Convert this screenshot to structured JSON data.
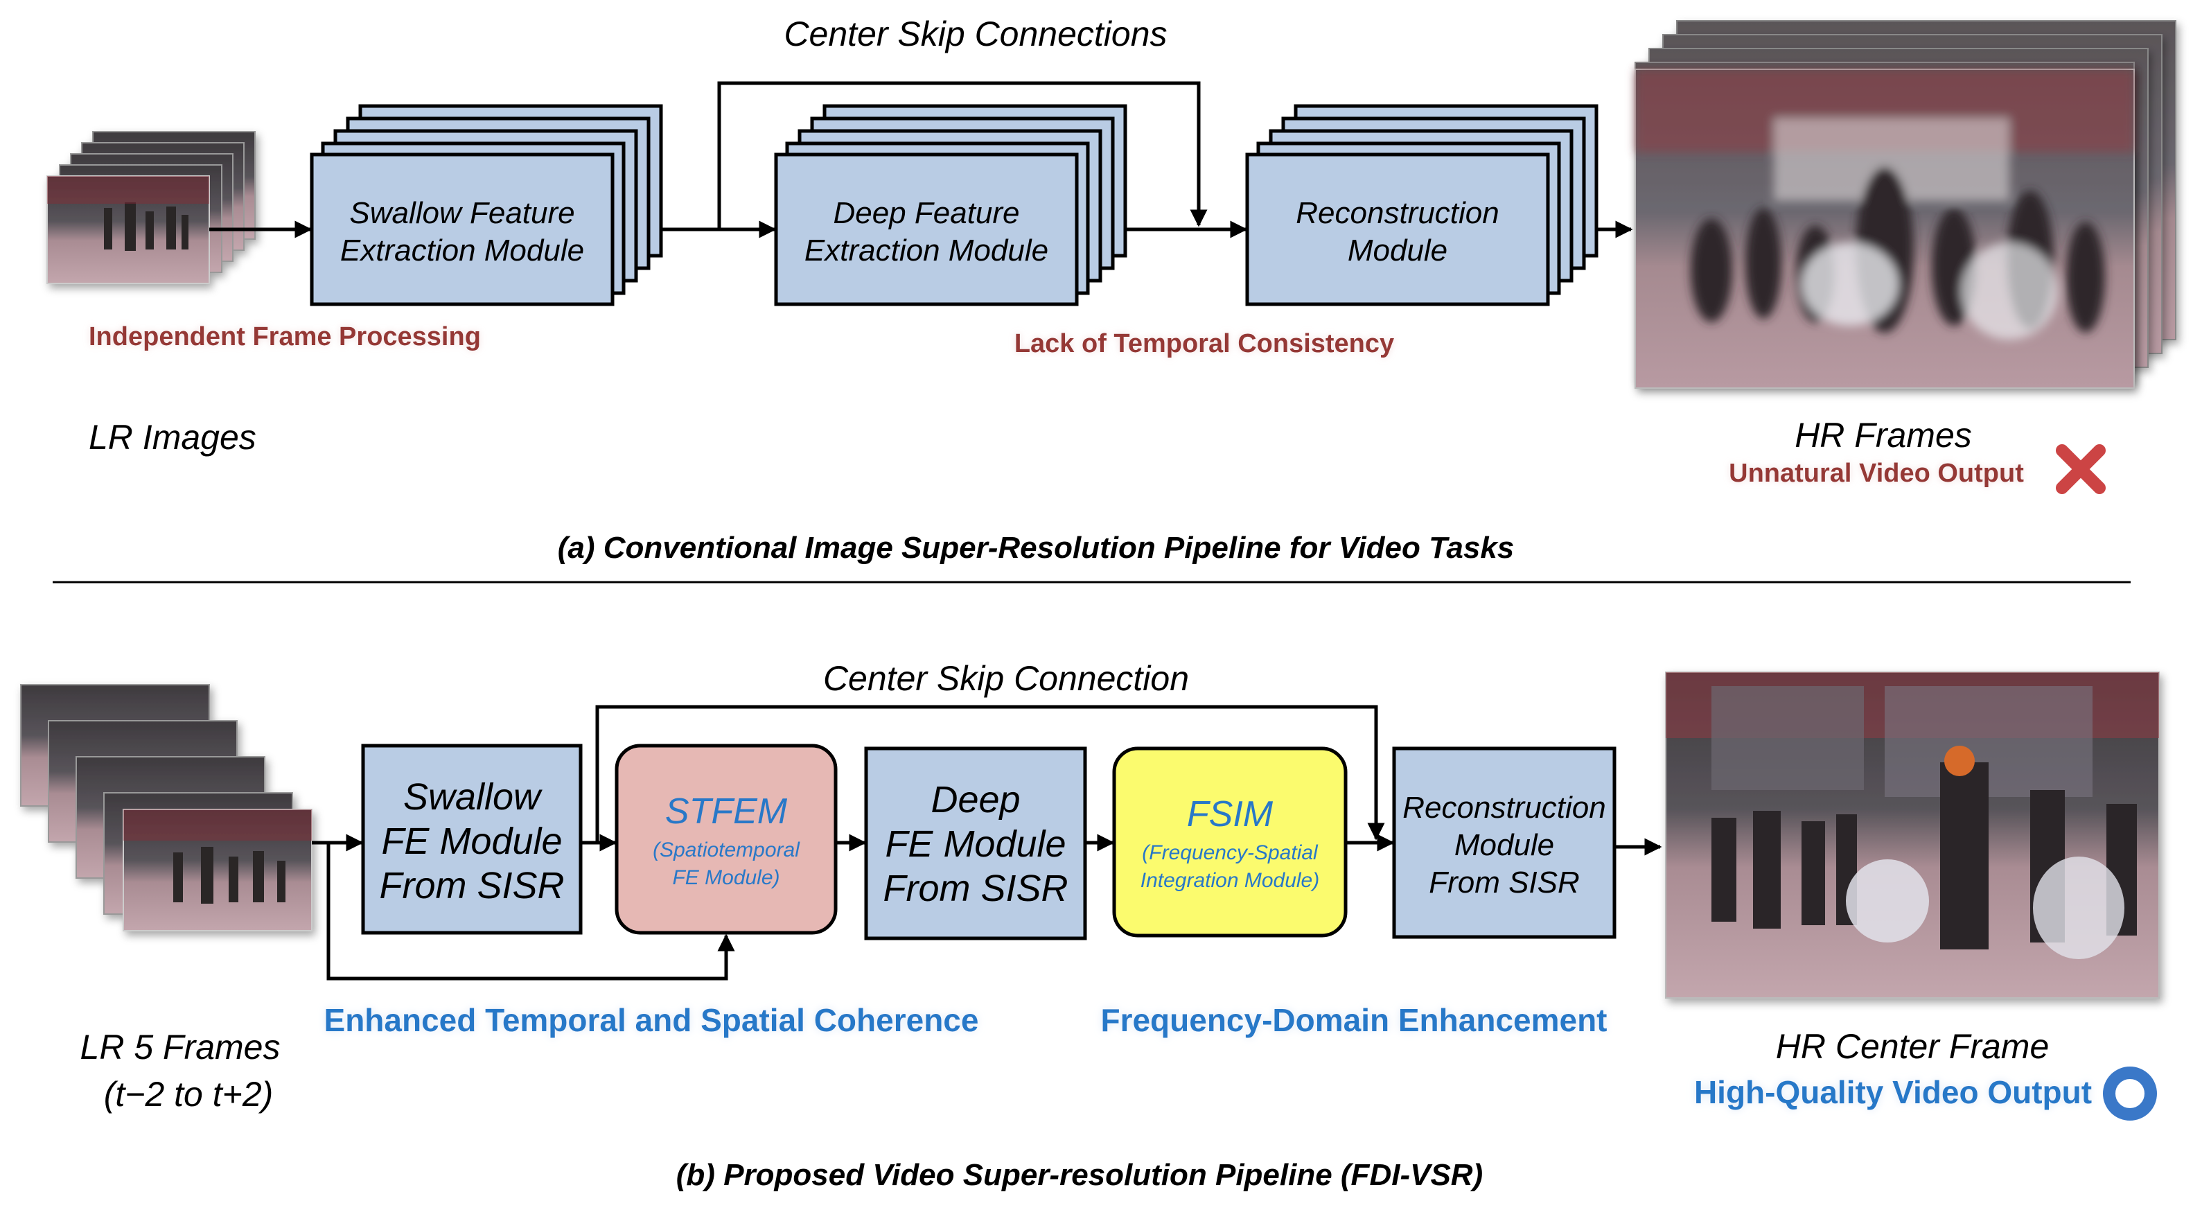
{
  "colors": {
    "module_fill": "#b9cce4",
    "stfem_fill": "#e6b8b4",
    "fsim_fill": "#fbfb6e",
    "dark_red": "#953735",
    "blue": "#2878c8",
    "cross_red": "#cc4444",
    "circle_blue": "#3a78c8",
    "stroke": "#000000"
  },
  "icons": {
    "fail": "x-mark-icon",
    "success": "circle-icon"
  },
  "top": {
    "skip_label": "Center Skip Connections",
    "module1": [
      "Swallow Feature",
      "Extraction Module"
    ],
    "module2": [
      "Deep Feature",
      "Extraction Module"
    ],
    "module3": [
      "Reconstruction",
      "Module"
    ],
    "input_label": "LR Images",
    "output_label": "HR Frames",
    "note_independent": "Independent Frame Processing",
    "note_temporal": "Lack of Temporal Consistency",
    "note_unnatural": "Unnatural Video Output",
    "caption": "(a) Conventional Image Super-Resolution Pipeline for Video Tasks"
  },
  "bottom": {
    "skip_label": "Center Skip Connection",
    "module1": [
      "Swallow",
      "FE Module",
      "From SISR"
    ],
    "stfem_title": "STFEM",
    "stfem_sub": [
      "(Spatiotemporal",
      "FE Module)"
    ],
    "module2": [
      "Deep",
      "FE Module",
      "From SISR"
    ],
    "fsim_title": "FSIM",
    "fsim_sub": [
      "(Frequency-Spatial",
      "Integration Module)"
    ],
    "module3": [
      "Reconstruction",
      "Module",
      "From SISR"
    ],
    "input_label": [
      "LR 5 Frames",
      "(t−2 to t+2)"
    ],
    "output_label": "HR Center Frame",
    "note_coherence": "Enhanced Temporal and Spatial Coherence",
    "note_frequency": "Frequency-Domain Enhancement",
    "note_quality": "High-Quality Video Output",
    "caption": "(b) Proposed Video Super-resolution Pipeline (FDI-VSR)"
  }
}
